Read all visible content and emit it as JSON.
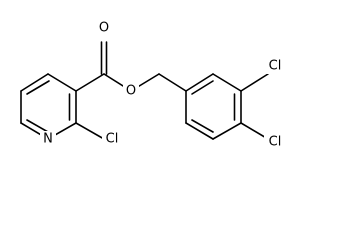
{
  "structure": {
    "atoms": {
      "N": "N",
      "Cl1": "Cl",
      "O1": "O",
      "O2": "O",
      "Cl2": "Cl",
      "Cl3": "Cl"
    }
  }
}
